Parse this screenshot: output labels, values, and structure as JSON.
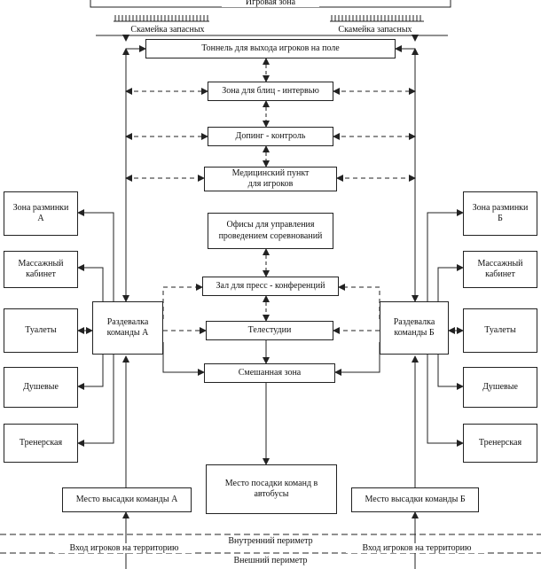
{
  "diagram": {
    "game_zone": "Игровая зона",
    "bench_left": "Скамейка запасных",
    "bench_right": "Скамейка запасных",
    "tunnel": "Тоннель для выхода игроков на поле",
    "blitz": "Зона для блиц - интервью",
    "doping": "Допинг - контроль",
    "medical": "Медицинский пункт\nдля игроков",
    "offices": "Офисы для управления проведением соревнований",
    "press": "Зал для пресс - конференций",
    "tv": "Телестудии",
    "mixed": "Смешанная зона",
    "bus": "Место посадки команд в автобусы",
    "locker_a": "Раздевалка\nкоманды А",
    "locker_b": "Раздевалка\nкоманды Б",
    "warmup_a": "Зона разминки\nА",
    "warmup_b": "Зона разминки\nБ",
    "massage_a": "Массажный кабинет",
    "massage_b": "Массажный кабинет",
    "toilets_a": "Туалеты",
    "toilets_b": "Туалеты",
    "showers_a": "Душевые",
    "showers_b": "Душевые",
    "coach_a": "Тренерская",
    "coach_b": "Тренерская",
    "dropoff_a": "Место высадки команды А",
    "dropoff_b": "Место высадки команды Б",
    "inner_perimeter": "Внутренний периметр",
    "entry_left": "Вход игроков на территорию",
    "entry_right": "Вход игроков на территорию",
    "outer_perimeter": "Внешний периметр"
  }
}
